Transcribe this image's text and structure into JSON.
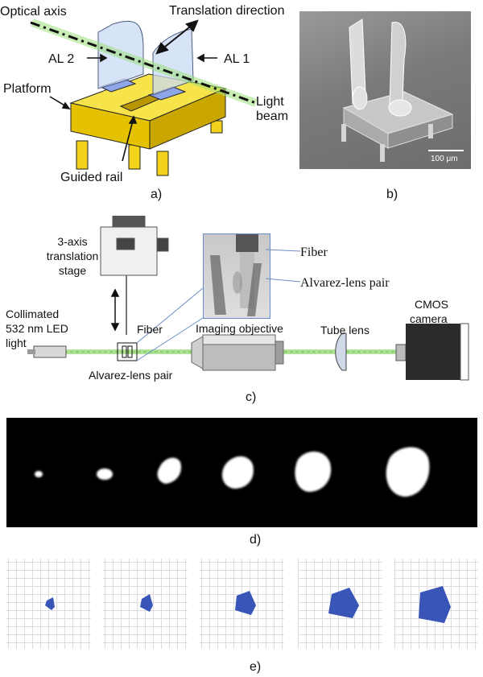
{
  "panel_a": {
    "label": "a)",
    "optical_axis": "Optical axis",
    "translation_direction": "Translation direction",
    "al2": "AL 2",
    "al1": "AL 1",
    "platform": "Platform",
    "light_beam_1": "Light",
    "light_beam_2": "beam",
    "guided_rail": "Guided rail"
  },
  "panel_b": {
    "label": "b)",
    "scale": "100 μm"
  },
  "panel_c": {
    "label": "c)",
    "stage_1": "3-axis",
    "stage_2": "translation",
    "stage_3": "stage",
    "source_1": "Collimated",
    "source_2": "532 nm LED",
    "source_3": "light",
    "fiber": "Fiber",
    "alvarez_pair": "Alvarez-lens pair",
    "imaging_objective": "Imaging objective",
    "tube_lens": "Tube lens",
    "camera_1": "CMOS",
    "camera_2": "camera",
    "inset_fiber": "Fiber",
    "inset_alvarez": "Alvarez-lens  pair"
  },
  "panel_d": {
    "label": "d)"
  },
  "panel_e": {
    "label": "e)"
  },
  "colors": {
    "yellow": "#f2d21b",
    "beam_green": "#9be07a",
    "blue_spot": "#3a55b8",
    "grid_line": "#dddddd"
  }
}
